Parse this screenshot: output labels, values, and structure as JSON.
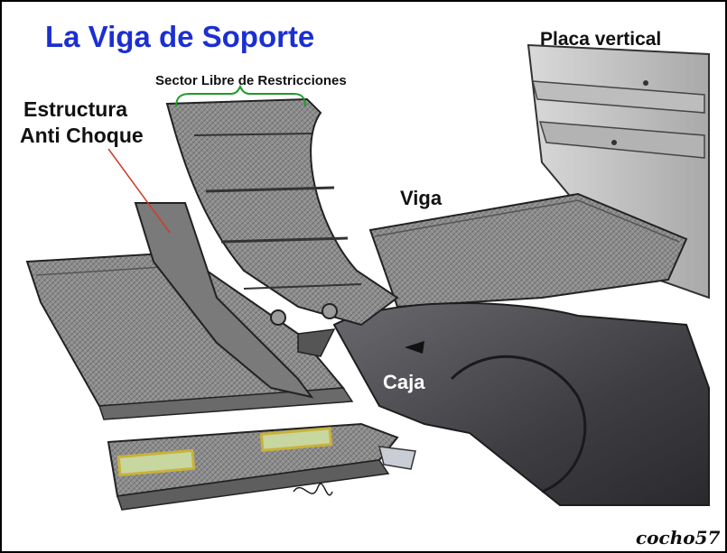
{
  "title": "La Viga de Soporte",
  "labels": {
    "placa_vertical": "Placa vertical",
    "sector_libre": "Sector Libre de Restricciones",
    "estructura_line1": "Estructura",
    "estructura_line2": "Anti Choque",
    "viga": "Viga",
    "caja": "Caja"
  },
  "credit": "cocho57",
  "colors": {
    "title": "#1c2fd0",
    "bracket": "#1e9a2a",
    "pointer": "#d23a2a",
    "carbon": "#8d8d8d"
  }
}
